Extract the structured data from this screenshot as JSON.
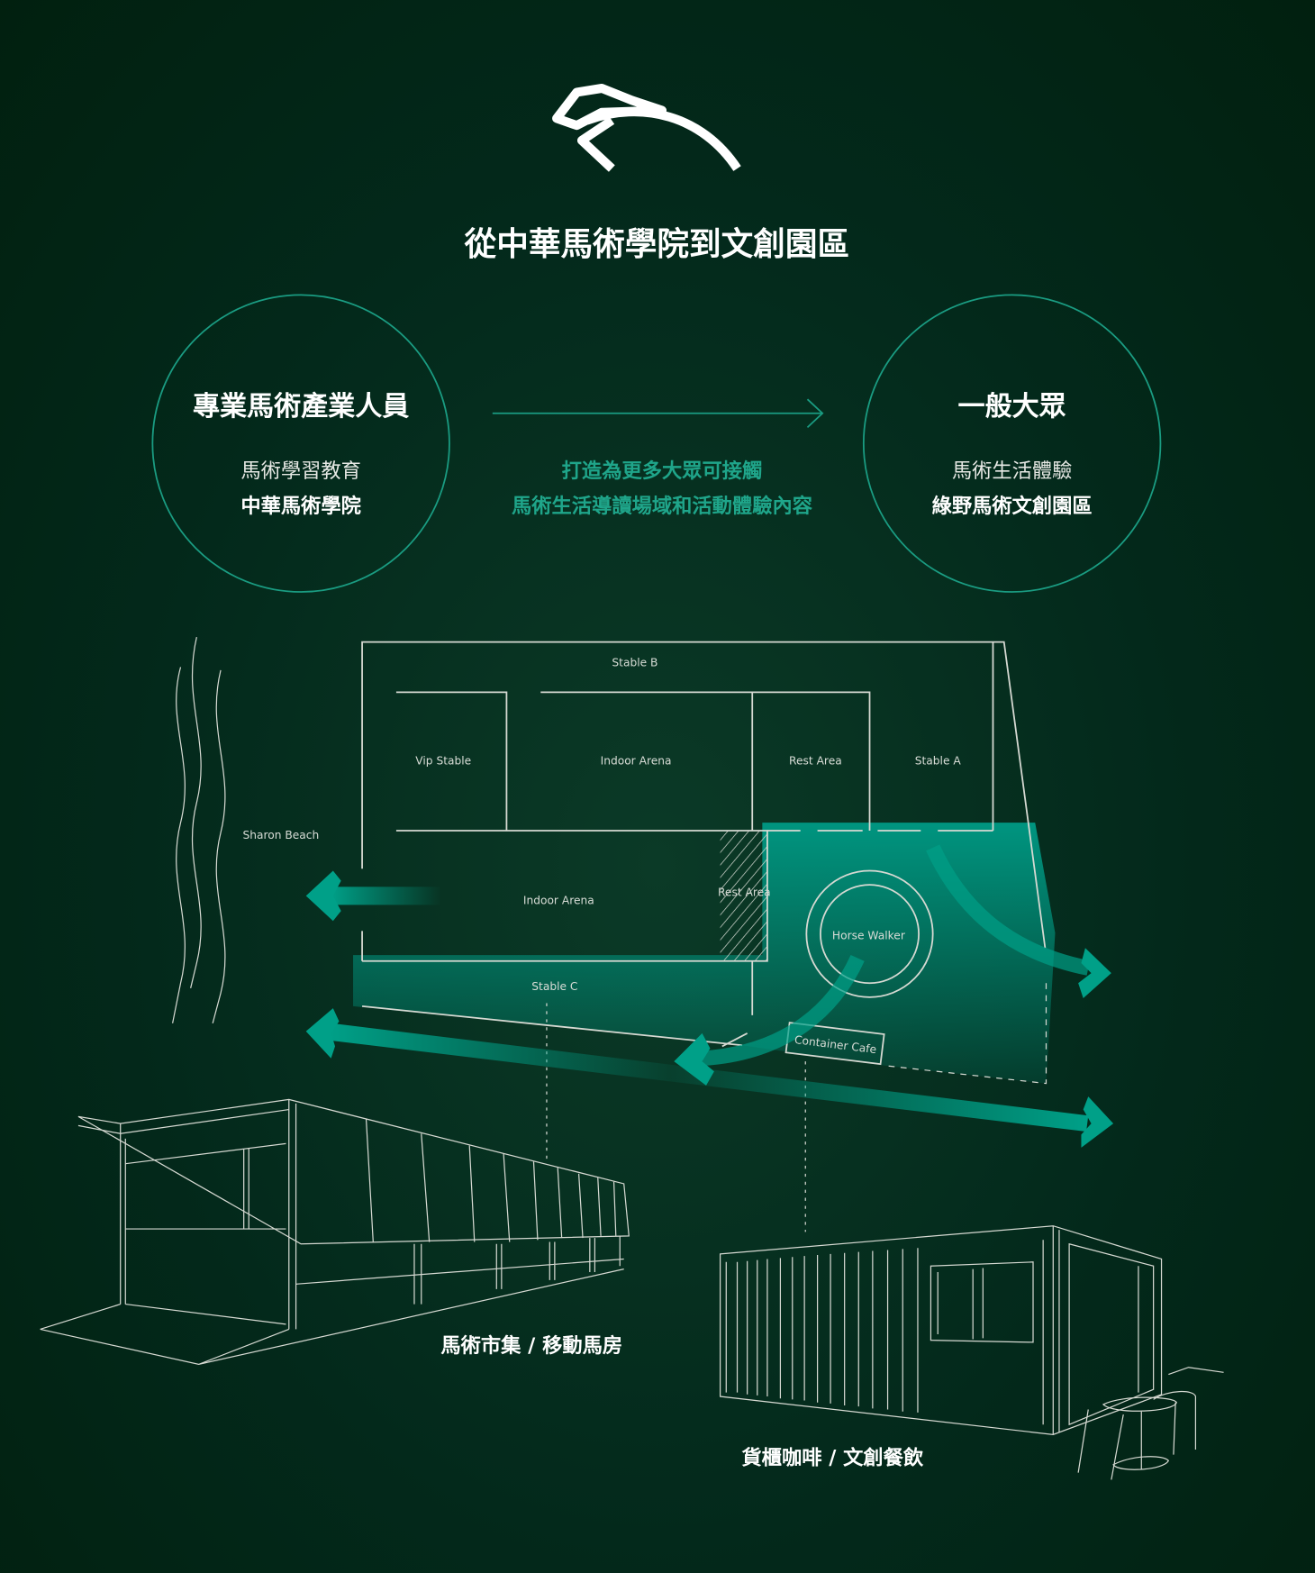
{
  "logo": {
    "name": "horse-logo"
  },
  "title": "從中華馬術學院到文創園區",
  "left_circle": {
    "heading": "專業馬術產業人員",
    "subtitle": "馬術學習教育",
    "name": "中華馬術學院"
  },
  "middle": {
    "line1": "打造為更多大眾可接觸",
    "line2": "馬術生活導讀場域和活動體驗內容"
  },
  "right_circle": {
    "heading": "一般大眾",
    "subtitle": "馬術生活體驗",
    "name": "綠野馬術文創園區"
  },
  "map": {
    "stable_b": "Stable B",
    "vip_stable": "Vip Stable",
    "indoor_arena_top": "Indoor Arena",
    "rest_area_top": "Rest Area",
    "stable_a": "Stable A",
    "sharon_beach": "Sharon Beach",
    "indoor_arena_bottom": "Indoor Arena",
    "rest_area_hatched": "Rest Area",
    "horse_walker": "Horse Walker",
    "stable_c": "Stable C",
    "container_cafe": "Container Cafe"
  },
  "captions": {
    "market": "馬術市集 / 移動馬房",
    "cafe": "貨櫃咖啡 / 文創餐飲"
  },
  "colors": {
    "background": "#03291b",
    "accent": "#1fa58a",
    "line": "#d6d9d2"
  }
}
